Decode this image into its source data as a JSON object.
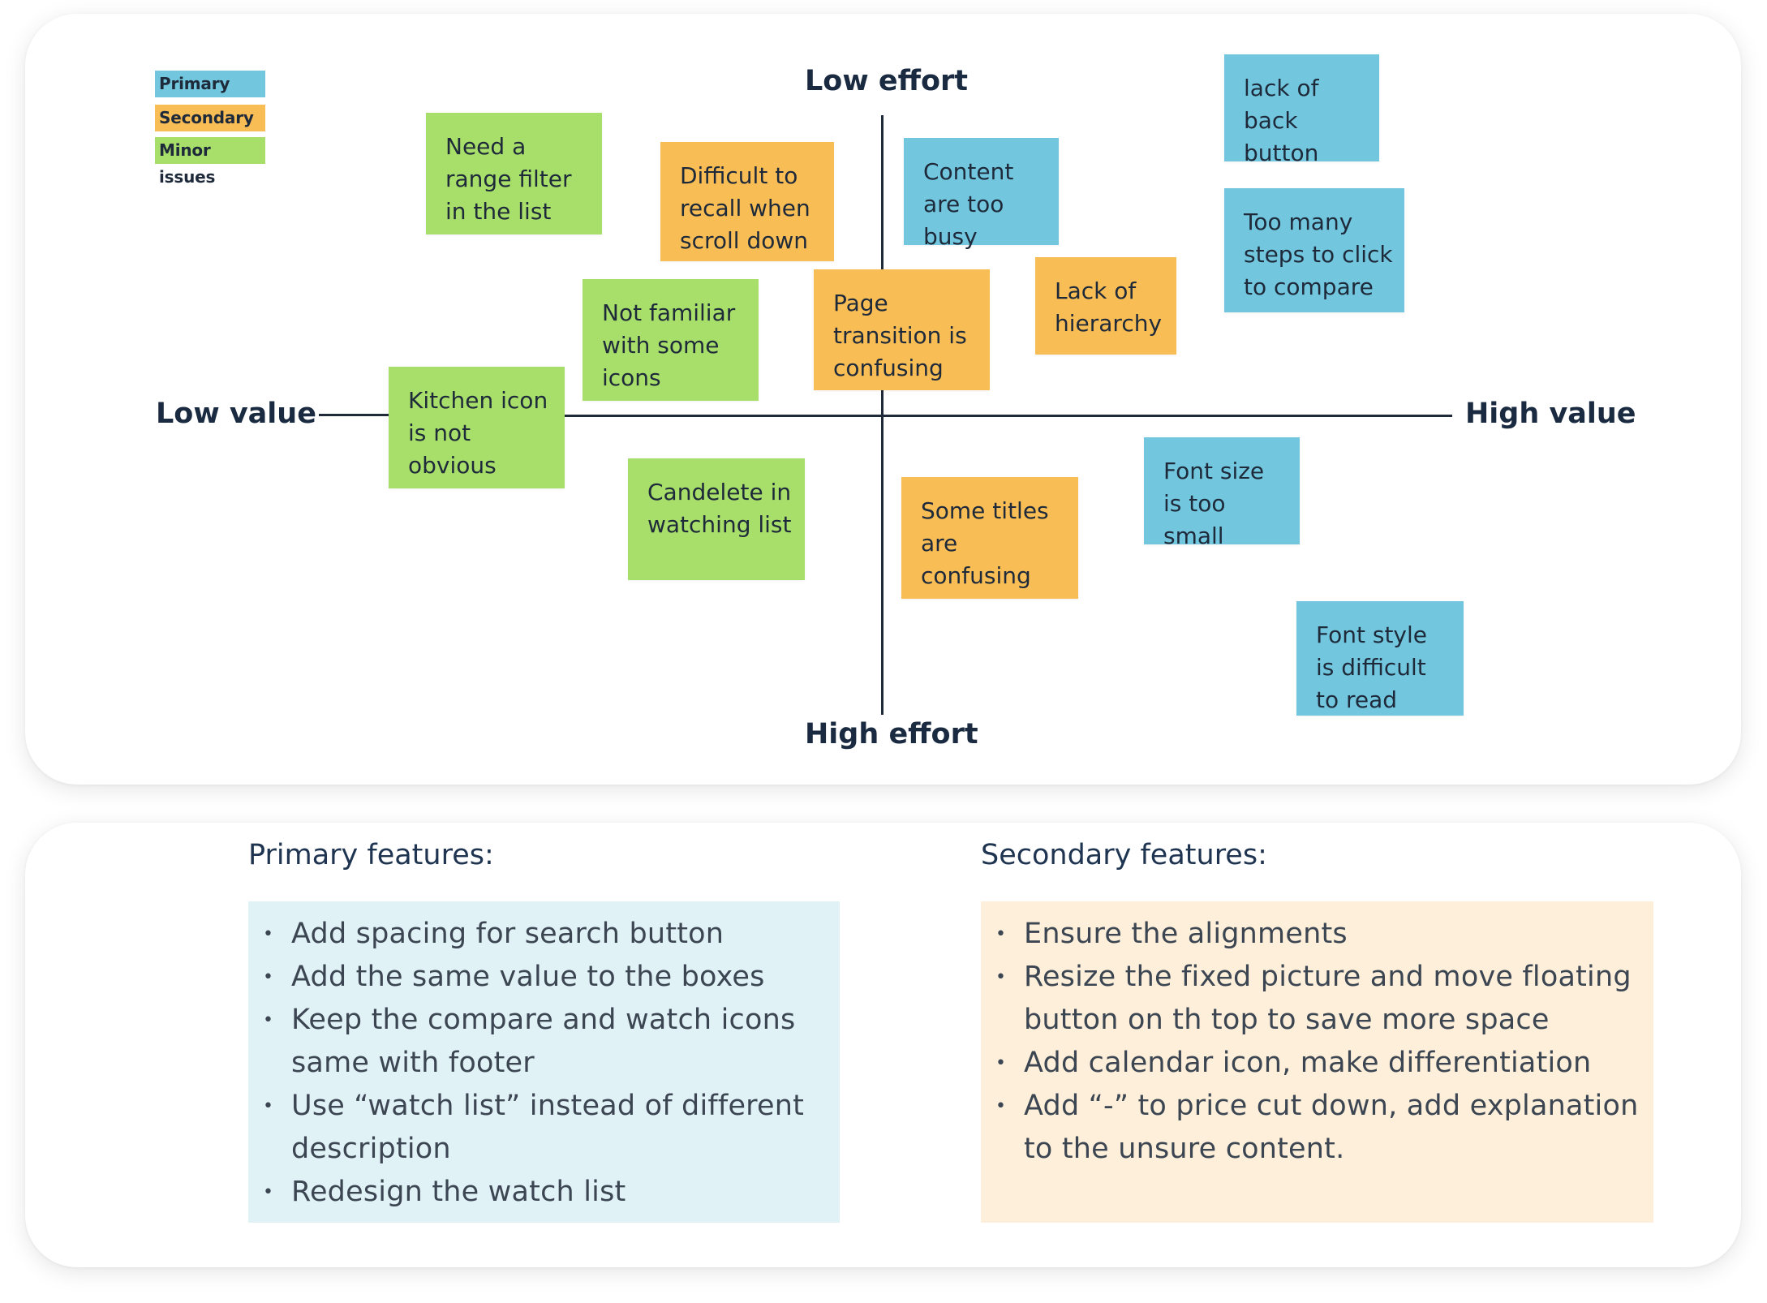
{
  "colors": {
    "primary": "#72c7df",
    "secondary": "#f9bd55",
    "minor": "#a8df6a",
    "primary_box_bg": "#e1f2f7",
    "secondary_box_bg": "#fdefd9"
  },
  "legend": {
    "primary": "Primary",
    "secondary": "Secondary",
    "minor": "Minor issues"
  },
  "axes": {
    "top": "Low effort",
    "bottom": "High effort",
    "left": "Low value",
    "right": "High value"
  },
  "notes": [
    {
      "text": "Need a range filter in the list",
      "category": "minor"
    },
    {
      "text": "Difficult to recall when scroll down",
      "category": "secondary"
    },
    {
      "text": "Content are too busy",
      "category": "primary"
    },
    {
      "text": "lack of back button",
      "category": "primary"
    },
    {
      "text": "Too many steps to click to compare",
      "category": "primary"
    },
    {
      "text": "Lack of hierarchy",
      "category": "secondary"
    },
    {
      "text": "Page transition is confusing",
      "category": "secondary"
    },
    {
      "text": "Not familiar with some icons",
      "category": "minor"
    },
    {
      "text": "Kitchen icon is not obvious",
      "category": "minor"
    },
    {
      "text": "Candelete in watching list",
      "category": "minor"
    },
    {
      "text": "Some titles are confusing",
      "category": "secondary"
    },
    {
      "text": "Font size is too small",
      "category": "primary"
    },
    {
      "text": "Font style is difficult to read",
      "category": "primary"
    }
  ],
  "primary_features": {
    "title": "Primary features:",
    "items": [
      "Add spacing for search button",
      "Add the same value to the boxes",
      "Keep the compare and watch icons same with footer",
      "Use “watch list” instead of different description",
      "Redesign the watch list"
    ]
  },
  "secondary_features": {
    "title": "Secondary features:",
    "items": [
      "Ensure the alignments",
      "Resize the fixed picture and move floating button on th top to save more space",
      "Add calendar icon, make differentiation",
      "Add “-” to price cut down, add explanation to the unsure content."
    ]
  },
  "bullet": "•"
}
